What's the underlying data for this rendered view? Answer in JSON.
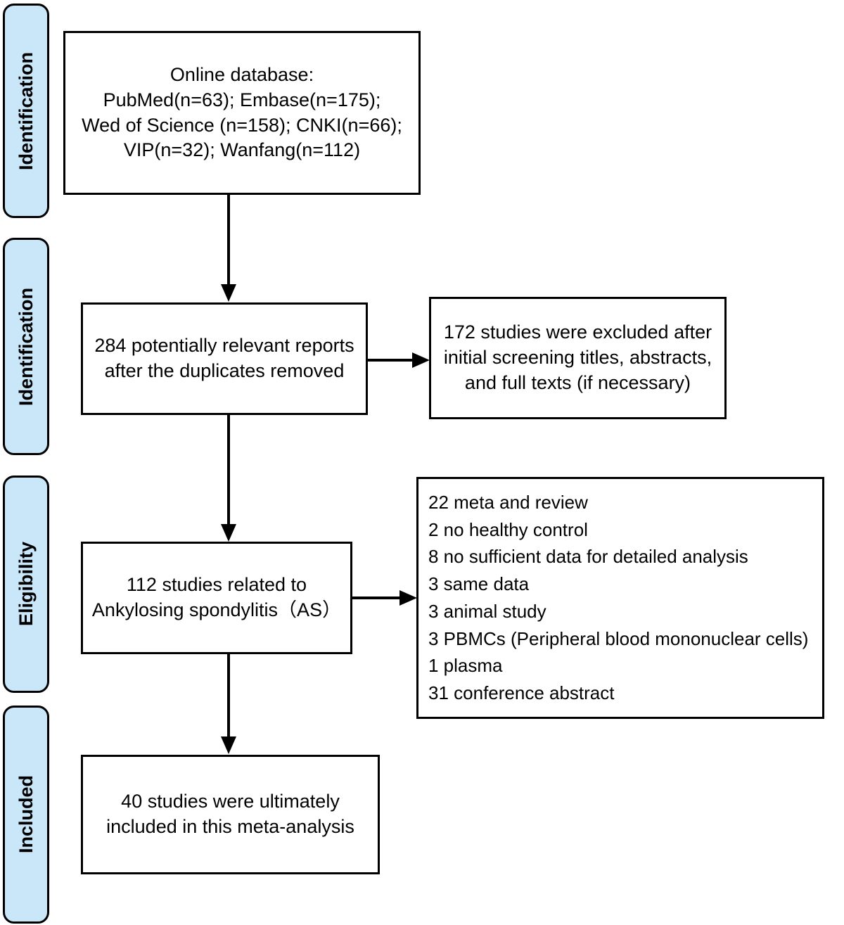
{
  "diagram": {
    "type": "prisma-flow-diagram",
    "title": "PRISMA study selection flow diagram",
    "colors": {
      "stage_tab_fill": "#c9e7f9",
      "stage_tab_border": "#000000",
      "box_fill": "#ffffff",
      "box_border": "#000000",
      "connector": "#000000",
      "text": "#000000"
    }
  },
  "stages": [
    {
      "label": "Identification"
    },
    {
      "label": "Identification"
    },
    {
      "label": "Eligibility"
    },
    {
      "label": "Included"
    }
  ],
  "boxes": {
    "sources": {
      "name": "Online database sources",
      "lines": [
        "Online database:",
        "PubMed(n=63); Embase(n=175);",
        "Wed of Science (n=158); CNKI(n=66);",
        "VIP(n=32); Wanfang(n=112)"
      ]
    },
    "deduplicated": {
      "name": "Records after duplicates removed",
      "lines": [
        "284 potentially relevant reports",
        "after the duplicates removed"
      ]
    },
    "screening_excluded": {
      "name": "Records excluded at screening",
      "lines": [
        "172 studies were excluded after",
        "initial screening titles, abstracts,",
        "and full texts (if necessary)"
      ]
    },
    "eligible": {
      "name": "Studies assessed for eligibility",
      "lines": [
        "112 studies related to",
        "Ankylosing spondylitis（AS）"
      ]
    },
    "eligibility_excluded": {
      "name": "Full-text studies excluded with reasons",
      "lines": [
        "22 meta and review",
        "2 no healthy control",
        "8 no sufficient data for detailed analysis",
        "3 same data",
        "3 animal study",
        "3 PBMCs (Peripheral blood mononuclear cells)",
        "1 plasma",
        "31 conference abstract"
      ]
    },
    "included": {
      "name": "Studies included in meta-analysis",
      "lines": [
        "40 studies were ultimately",
        "included in this meta-analysis"
      ]
    }
  },
  "counts": {
    "pubmed": 63,
    "embase": 175,
    "web_of_science": 158,
    "cnki": 66,
    "vip": 32,
    "wanfang": 112,
    "after_duplicates_removed": 284,
    "excluded_at_screening": 172,
    "related_to_as": 112,
    "excluded_meta_and_review": 22,
    "excluded_no_healthy_control": 2,
    "excluded_no_sufficient_data": 8,
    "excluded_same_data": 3,
    "excluded_animal_study": 3,
    "excluded_pbmcs": 3,
    "excluded_plasma": 1,
    "excluded_conference_abstract": 31,
    "included_final": 40
  }
}
